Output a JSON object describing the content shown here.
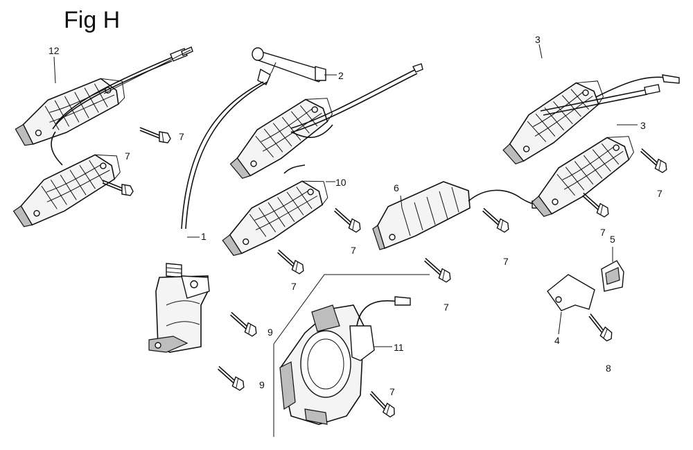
{
  "figure": {
    "title": "Fig H"
  },
  "callouts": {
    "c1": "1",
    "c2": "2",
    "c3a": "3",
    "c3b": "3",
    "c4": "4",
    "c5": "5",
    "c6": "6",
    "c7a": "7",
    "c7b": "7",
    "c7c": "7",
    "c7d": "7",
    "c7e": "7",
    "c7f": "7",
    "c7g": "7",
    "c7h": "7",
    "c7i": "7",
    "c8": "8",
    "c9a": "9",
    "c9b": "9",
    "c10": "10",
    "c11": "11",
    "c12": "12"
  }
}
